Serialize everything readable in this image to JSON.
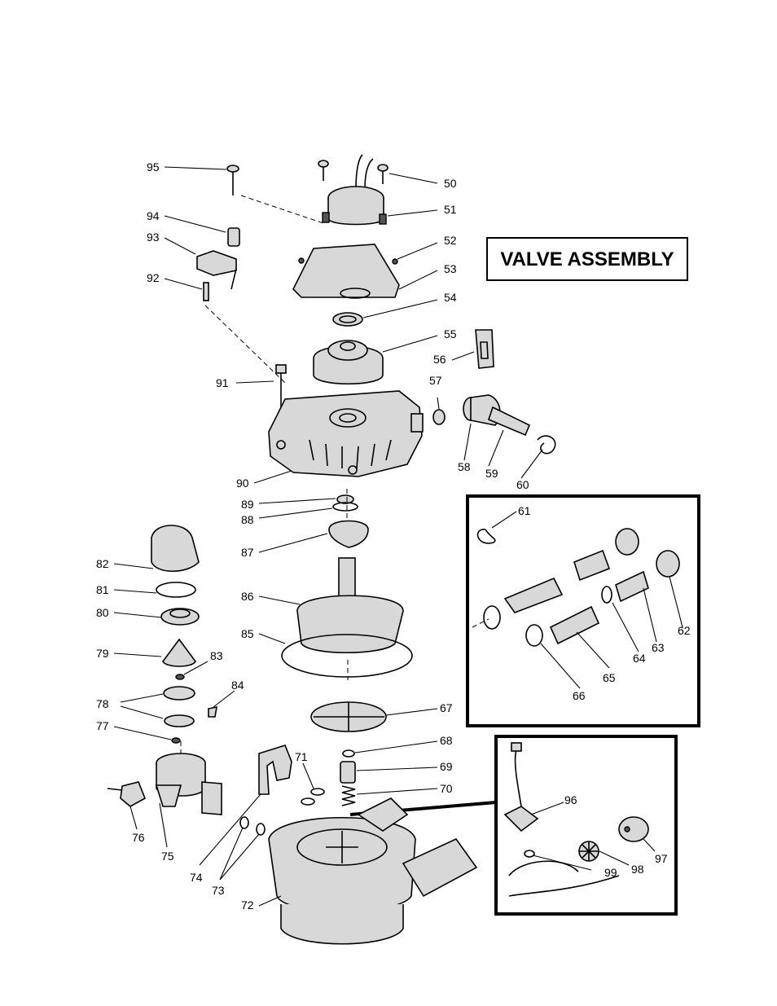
{
  "title": "VALVE ASSEMBLY",
  "callouts": [
    {
      "id": "95",
      "label": "95"
    },
    {
      "id": "50",
      "label": "50"
    },
    {
      "id": "94",
      "label": "94"
    },
    {
      "id": "51",
      "label": "51"
    },
    {
      "id": "93",
      "label": "93"
    },
    {
      "id": "52",
      "label": "52"
    },
    {
      "id": "92",
      "label": "92"
    },
    {
      "id": "53",
      "label": "53"
    },
    {
      "id": "54",
      "label": "54"
    },
    {
      "id": "55",
      "label": "55"
    },
    {
      "id": "56",
      "label": "56"
    },
    {
      "id": "91",
      "label": "91"
    },
    {
      "id": "57",
      "label": "57"
    },
    {
      "id": "58",
      "label": "58"
    },
    {
      "id": "59",
      "label": "59"
    },
    {
      "id": "60",
      "label": "60"
    },
    {
      "id": "90",
      "label": "90"
    },
    {
      "id": "89",
      "label": "89"
    },
    {
      "id": "88",
      "label": "88"
    },
    {
      "id": "87",
      "label": "87"
    },
    {
      "id": "82",
      "label": "82"
    },
    {
      "id": "81",
      "label": "81"
    },
    {
      "id": "80",
      "label": "80"
    },
    {
      "id": "86",
      "label": "86"
    },
    {
      "id": "85",
      "label": "85"
    },
    {
      "id": "79",
      "label": "79"
    },
    {
      "id": "83",
      "label": "83"
    },
    {
      "id": "84",
      "label": "84"
    },
    {
      "id": "78",
      "label": "78"
    },
    {
      "id": "77",
      "label": "77"
    },
    {
      "id": "67",
      "label": "67"
    },
    {
      "id": "68",
      "label": "68"
    },
    {
      "id": "71",
      "label": "71"
    },
    {
      "id": "69",
      "label": "69"
    },
    {
      "id": "70",
      "label": "70"
    },
    {
      "id": "76",
      "label": "76"
    },
    {
      "id": "75",
      "label": "75"
    },
    {
      "id": "74",
      "label": "74"
    },
    {
      "id": "73",
      "label": "73"
    },
    {
      "id": "72",
      "label": "72"
    },
    {
      "id": "61",
      "label": "61"
    },
    {
      "id": "62",
      "label": "62"
    },
    {
      "id": "63",
      "label": "63"
    },
    {
      "id": "64",
      "label": "64"
    },
    {
      "id": "65",
      "label": "65"
    },
    {
      "id": "66",
      "label": "66"
    },
    {
      "id": "96",
      "label": "96"
    },
    {
      "id": "97",
      "label": "97"
    },
    {
      "id": "98",
      "label": "98"
    },
    {
      "id": "99",
      "label": "99"
    }
  ]
}
